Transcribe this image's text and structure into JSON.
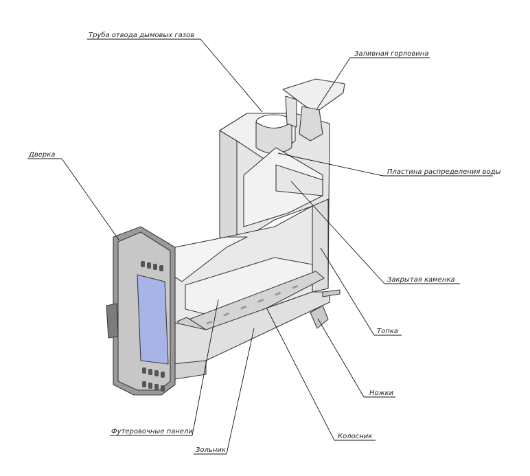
{
  "labels": {
    "flue_pipe": "Труба отвода дымовых газов",
    "filler_neck": "Заливная горловина",
    "door": "Дверка",
    "water_plate": "Пластина распределения воды",
    "closed_heater": "Закрытая каменка",
    "firebox": "Топка",
    "legs": "Ножки",
    "grate": "Колосник",
    "lining_panels": "Футеровочные панели",
    "ash_pan": "Зольник"
  },
  "colors": {
    "metal_light": "#eeeeee",
    "metal_mid": "#d6d6d6",
    "metal_dark": "#bdbdbd",
    "door_dark": "#8e8e8e",
    "glass": "#a9b4e6",
    "outline": "#3a3a3a"
  }
}
